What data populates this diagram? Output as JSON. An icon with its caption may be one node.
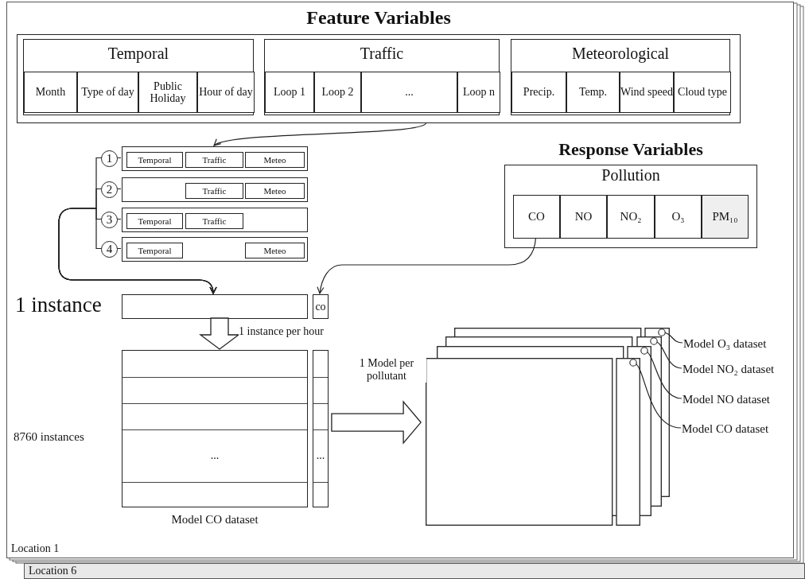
{
  "diagram": {
    "nodes": [
      {
        "text": [
          "Location 1"
        ]
      },
      {
        "text": [
          "Feature Variables"
        ],
        "in": 0
      },
      {
        "text": [
          "Temporal"
        ],
        "in": 1
      },
      {
        "text": [
          "Month"
        ],
        "in": 2
      },
      {
        "text": [
          "Type of day"
        ],
        "in": 2
      },
      {
        "text": [
          "Public Holiday"
        ],
        "in": 2
      },
      {
        "text": [
          "Hour of day"
        ],
        "in": 2
      },
      {
        "text": [
          "Traffic"
        ],
        "in": 1
      },
      {
        "text": [
          "Loop 1"
        ],
        "in": 7
      },
      {
        "text": [
          "Loop 2"
        ],
        "in": 7
      },
      {
        "text": [
          "..."
        ],
        "in": 7
      },
      {
        "text": [
          "Loop n"
        ],
        "in": 7
      },
      {
        "text": [
          "Meteorological"
        ],
        "in": 1
      },
      {
        "text": [
          "Precip."
        ],
        "in": 12
      },
      {
        "text": [
          "Temp."
        ],
        "in": 12
      },
      {
        "text": [
          "Wind speed"
        ],
        "in": 12
      },
      {
        "text": [
          "Cloud type"
        ],
        "in": 12
      },
      {
        "text": [
          "Response Variables",
          "Pollution"
        ],
        "in": 0
      },
      {
        "text": [
          "CO"
        ],
        "in": 17
      },
      {
        "text": [
          "NO"
        ],
        "in": 17
      },
      {
        "text": [
          "NO₂"
        ],
        "in": 17
      },
      {
        "text": [
          "O₃"
        ],
        "in": 17
      },
      {
        "text": [
          "PM₁₀"
        ],
        "in": 17
      },
      {
        "text": [],
        "shape": "box",
        "beside": [
          "1"
        ],
        "in": 0
      },
      {
        "text": [
          "Temporal"
        ],
        "in": 23
      },
      {
        "text": [
          "Traffic"
        ],
        "in": 23
      },
      {
        "text": [
          "Meteo"
        ],
        "in": 23
      },
      {
        "text": [],
        "shape": "box",
        "beside": [
          "2"
        ],
        "in": 0
      },
      {
        "text": [
          "Traffic"
        ],
        "in": 27
      },
      {
        "text": [
          "Meteo"
        ],
        "in": 27
      },
      {
        "text": [],
        "shape": "box",
        "beside": [
          "3"
        ],
        "in": 0
      },
      {
        "text": [
          "Temporal"
        ],
        "in": 30
      },
      {
        "text": [
          "Traffic"
        ],
        "in": 30
      },
      {
        "text": [],
        "shape": "box",
        "beside": [
          "4"
        ],
        "in": 0
      },
      {
        "text": [
          "Temporal"
        ],
        "in": 33
      },
      {
        "text": [
          "Meteo"
        ],
        "in": 33
      },
      {
        "text": [],
        "shape": "box",
        "beside": [
          "1 instance"
        ],
        "in": 0
      },
      {
        "text": [
          "co"
        ],
        "in": 0
      },
      {
        "text": [
          "..."
        ],
        "beside": [
          "8760 instances",
          "Model CO dataset"
        ],
        "in": 0
      },
      {
        "text": [
          "..."
        ],
        "in": 0
      },
      {
        "text": [],
        "shape": "box",
        "in": 0
      },
      {
        "text": [],
        "shape": "box",
        "in": 0
      },
      {
        "text": [],
        "shape": "box",
        "in": 0
      },
      {
        "text": [],
        "shape": "box",
        "in": 0
      },
      {
        "text": [
          "Model O₃ dataset"
        ],
        "in": 0
      },
      {
        "text": [
          "Model NO₂ dataset"
        ],
        "in": 0
      },
      {
        "text": [
          "Model NO dataset"
        ],
        "in": 0
      },
      {
        "text": [
          "Model CO dataset"
        ],
        "in": 0
      },
      {
        "text": [
          "Location 6"
        ]
      }
    ],
    "edges": [
      {
        "from": 1,
        "to": 23,
        "arrow": "to"
      },
      {
        "from": 18,
        "to": 37,
        "arrow": "to"
      },
      {
        "from": 23,
        "to": 36,
        "arrow": "to"
      },
      {
        "from": 27,
        "to": 36,
        "arrow": "to"
      },
      {
        "from": 30,
        "to": 36,
        "arrow": "to"
      },
      {
        "from": 33,
        "to": 36,
        "arrow": "to"
      },
      {
        "from": 36,
        "to": 38,
        "arrow": "to",
        "label": "1 instance per hour",
        "style": "thick"
      },
      {
        "from": 39,
        "to": 43,
        "arrow": "to",
        "label": "1 Model per pollutant",
        "style": "thick"
      },
      {
        "from": 44,
        "to": 40,
        "arrow": "other"
      },
      {
        "from": 45,
        "to": 41,
        "arrow": "other"
      },
      {
        "from": 46,
        "to": 42,
        "arrow": "other"
      },
      {
        "from": 47,
        "to": 43,
        "arrow": "other"
      }
    ]
  }
}
